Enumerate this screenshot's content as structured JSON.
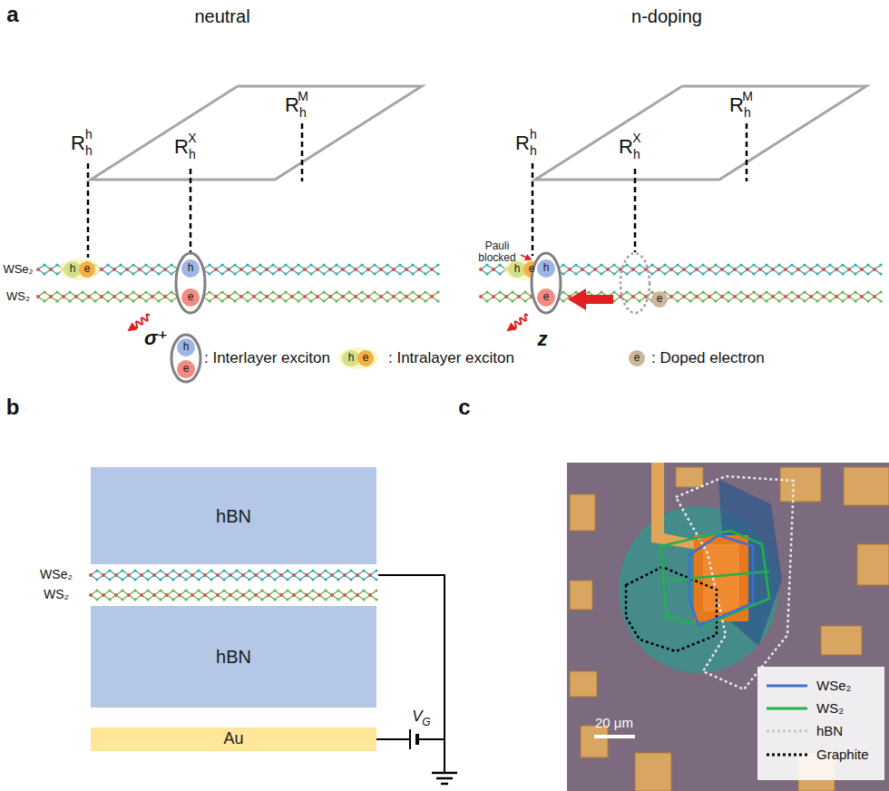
{
  "diagram": {
    "nodes": [
      {
        "text": [
          "hBN"
        ]
      },
      {
        "text": [
          "hBN"
        ]
      },
      {
        "text": [
          "Au"
        ]
      }
    ],
    "labels": [
      "a",
      "neutral",
      "n-doping",
      "R",
      "h",
      "h",
      "R",
      "X",
      "h",
      "R",
      "M",
      "h",
      "WSe₂",
      "WS₂",
      "h",
      "e",
      "h",
      "e",
      "σ⁺",
      "R",
      "h",
      "h",
      "R",
      "X",
      "h",
      "R",
      "M",
      "h",
      "Pauli blocked",
      "h",
      "e",
      "h",
      "e",
      "e",
      "z",
      "h",
      "e",
      "h",
      "e",
      "e",
      "b",
      "WSe₂",
      "WS₂",
      "V",
      "G",
      "c",
      "20 μm"
    ],
    "legend": [
      {
        "text": ": Interlayer exciton"
      },
      {
        "text": ": Intralayer exciton"
      },
      {
        "text": ": Doped electron"
      },
      {
        "text": "WSe₂"
      },
      {
        "text": "WS₂"
      },
      {
        "text": "hBN"
      },
      {
        "text": "Graphite"
      }
    ]
  }
}
